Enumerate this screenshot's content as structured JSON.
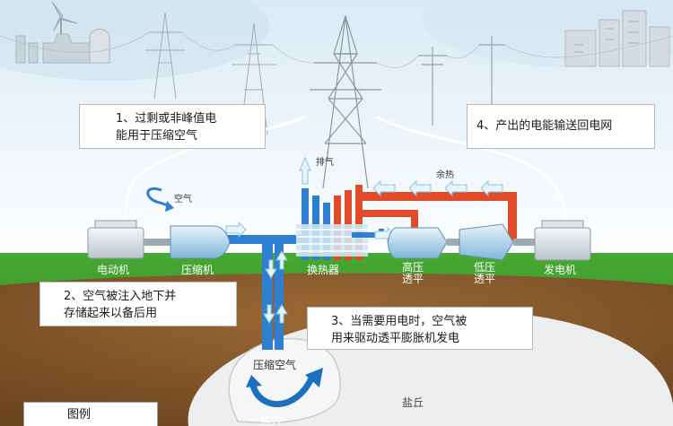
{
  "steps": {
    "step1": {
      "line1": "1、过剩或非峰值电",
      "line2": "能用于压缩空气"
    },
    "step2": {
      "line1": "2、空气被注入地下并",
      "line2": "存储起来以备后用"
    },
    "step3": {
      "line1": "3、当需要用电时，空气被",
      "line2": "用来驱动透平膨胀机发电"
    },
    "step4": {
      "line1": "4、产出的电能输送回电网"
    }
  },
  "components": {
    "motor": "电动机",
    "compressor": "压缩机",
    "heat_exchanger": "换热器",
    "hp_turbine": {
      "line1": "高压",
      "line2": "透平"
    },
    "lp_turbine": {
      "line1": "低压",
      "line2": "透平"
    },
    "generator": "发电机"
  },
  "flows": {
    "intake_air": "空气",
    "exhaust": "排气",
    "waste_heat": "余热"
  },
  "underground": {
    "compressed_air": "压缩空气",
    "salt_cavern": "盐穴",
    "salt_dome": "盐丘"
  },
  "legend": {
    "title": "图例"
  },
  "colors": {
    "sky": "#e8f3fa",
    "grass": "#3f9b2a",
    "soil": "#8a5a2b",
    "cavern": "#e9ecef",
    "cold_pipe": "#2f7fd0",
    "hot_pipe": "#e24b2a",
    "arrow_fill": "#dff1fb"
  },
  "icons": [
    "wind-turbine-icon",
    "factory-icon",
    "pylon-icon",
    "utility-pole-icon",
    "city-buildings-icon"
  ]
}
